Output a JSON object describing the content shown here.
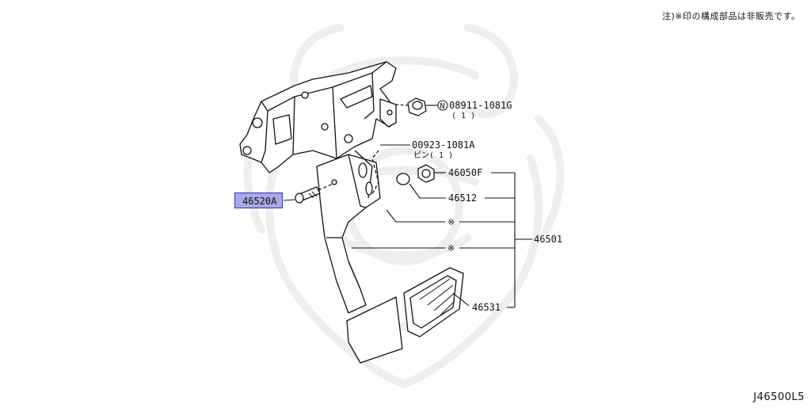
{
  "note": "注)※印の構成部品は非販売です。",
  "diagram_code": "J46500L5",
  "highlight_color": "#a9a9e6",
  "highlight_border": "#3333aa",
  "labels": {
    "nut_number": "N",
    "nut": "08911-1081G",
    "nut_qty": "( 1 )",
    "pin": "00923-1081A",
    "pin_qty": "ピン( 1 )",
    "stopper_lamp": "46050F",
    "stopper": "46512",
    "non_sale_mark_1": "※",
    "non_sale_mark_2": "※",
    "assembly": "46501",
    "pad": "46531",
    "highlighted_part": "46520A"
  }
}
